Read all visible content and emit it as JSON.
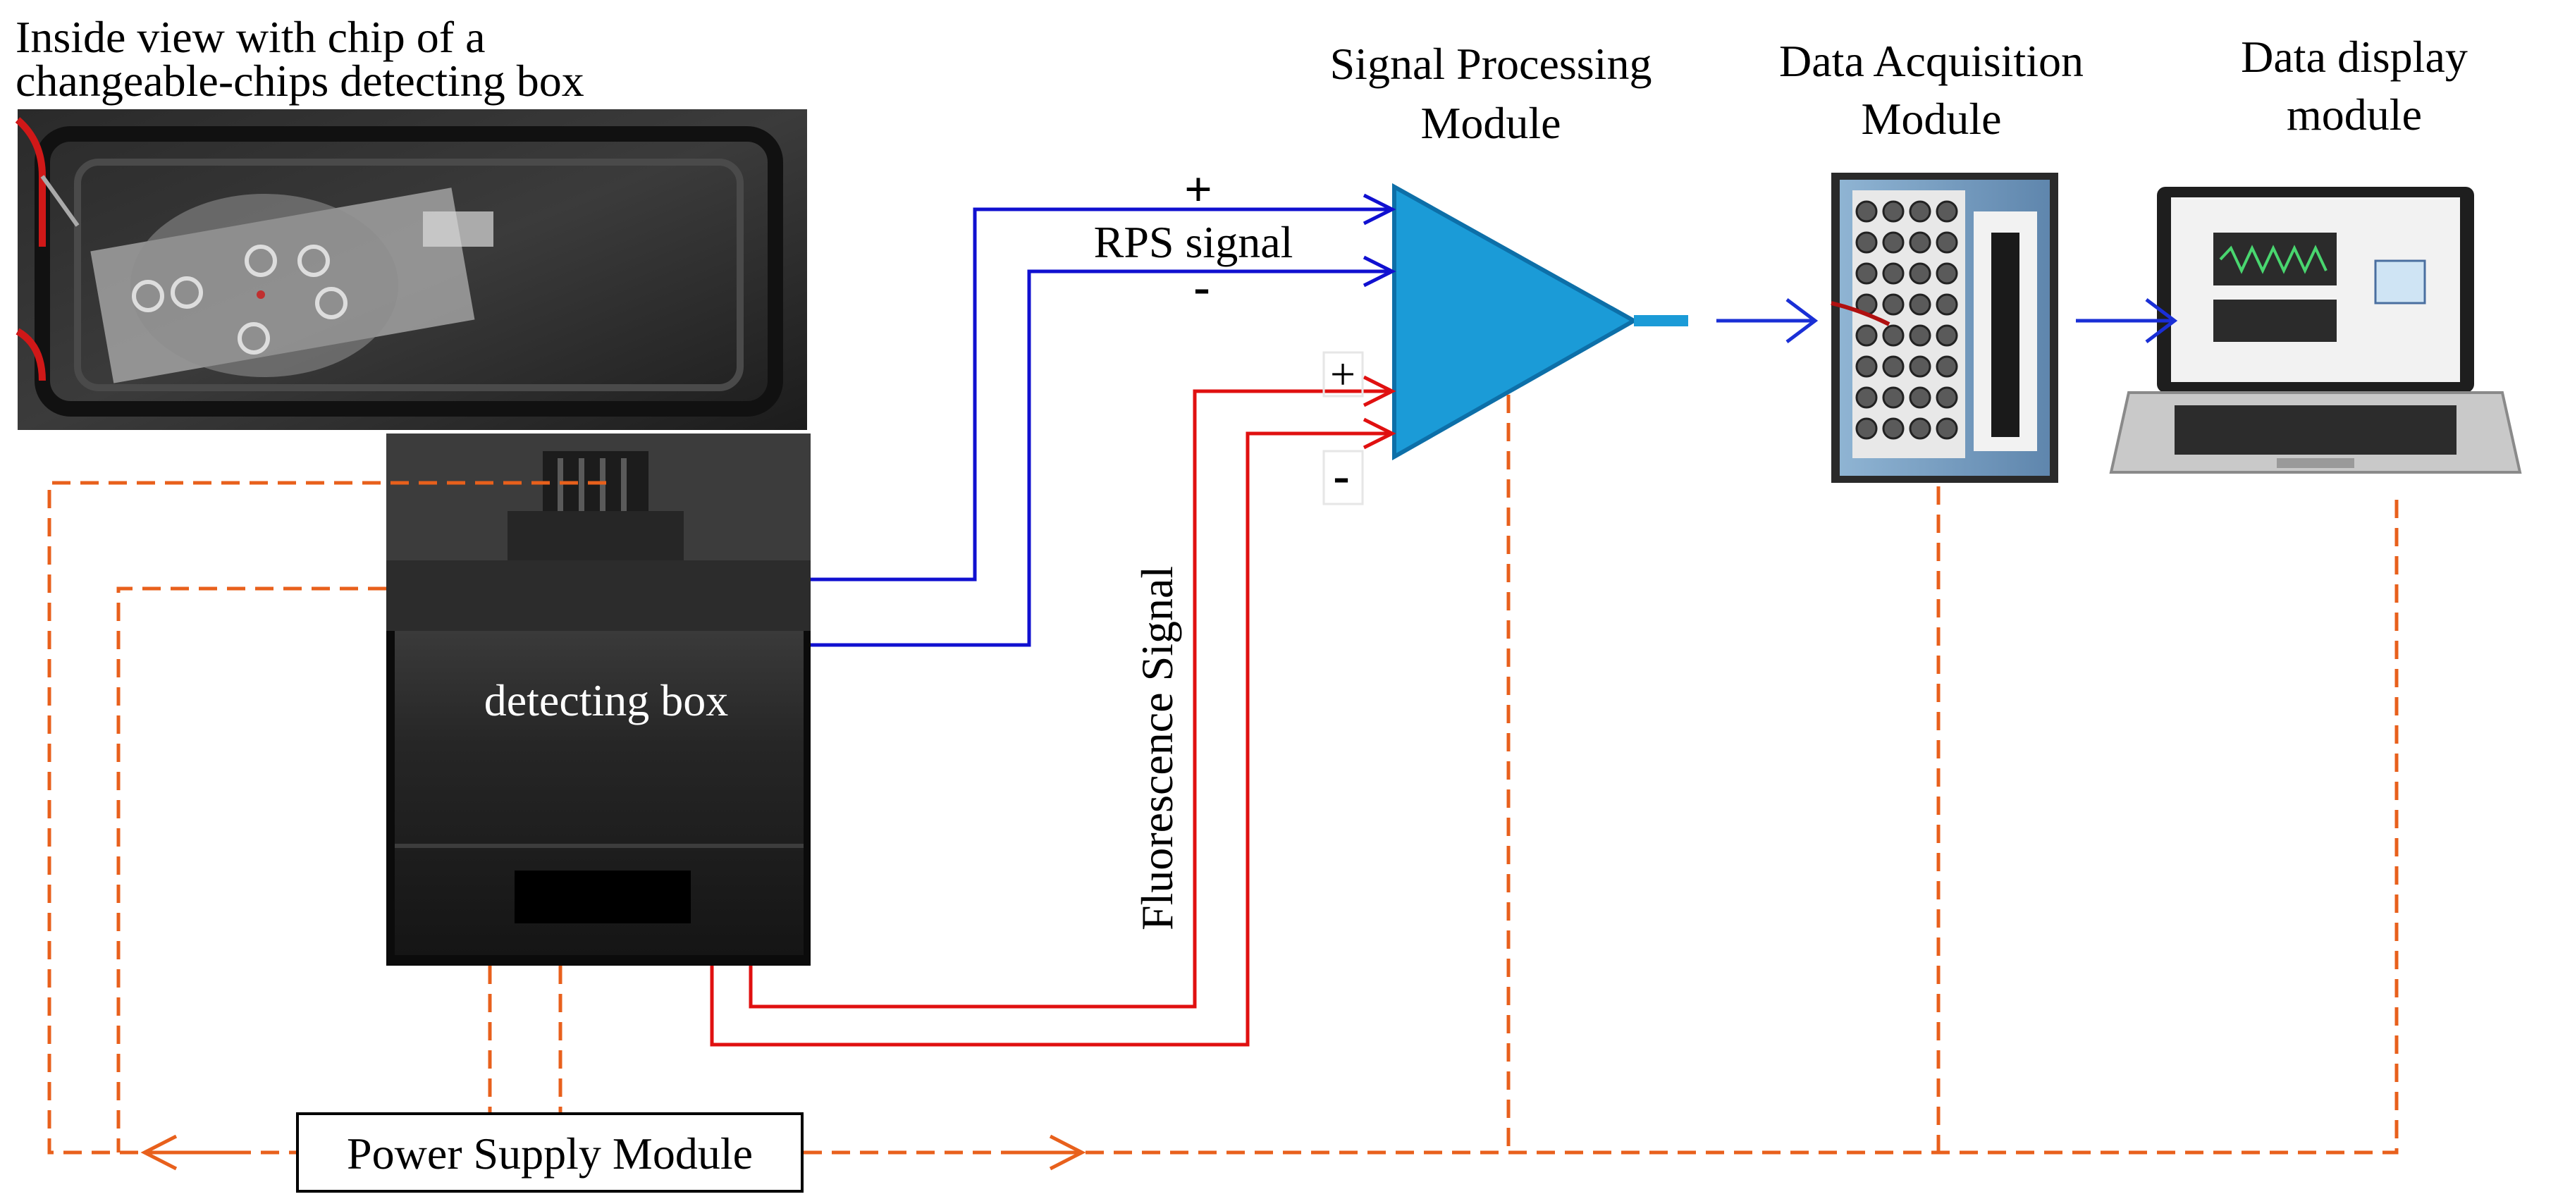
{
  "labels": {
    "inside_view": [
      "Inside view with chip of a",
      "changeable-chips detecting box"
    ],
    "signal_processing": [
      "Signal Processing",
      "Module"
    ],
    "data_acquisition": [
      "Data Acquisition",
      "Module"
    ],
    "data_display": [
      "Data display",
      "module"
    ],
    "rps_signal": "RPS signal",
    "fluorescence_signal": "Fluorescence Signal",
    "detecting_box": "detecting box",
    "power_supply": "Power Supply Module",
    "plus": "+",
    "minus": "-"
  },
  "colors": {
    "rps_wire": "#1010d0",
    "fluor_wire": "#e01010",
    "power_wire": "#e8601c",
    "amplifier_fill": "#1b9bd7",
    "amplifier_stroke": "#0d6fa8",
    "arrow_blue": "#1a2fd6"
  },
  "icons": [
    "chip-photo",
    "detecting-box-photo",
    "amplifier-triangle",
    "daq-board-photo",
    "laptop-icon"
  ]
}
